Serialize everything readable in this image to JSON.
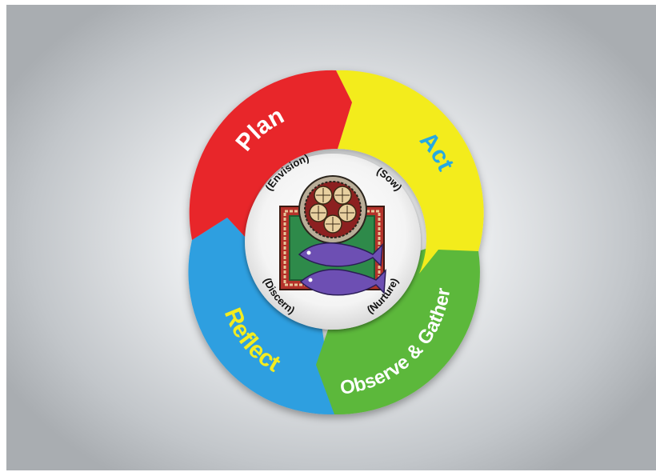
{
  "diagram": {
    "segments": [
      {
        "label": "Plan",
        "sublabel": "(Envision)",
        "color": "#e8262c",
        "text_color": "#ffffff"
      },
      {
        "label": "Act",
        "sublabel": "(Sow)",
        "color": "#f3ec1f",
        "text_color": "#27a9e1"
      },
      {
        "label": "Observe & Gather",
        "sublabel": "(Nurture)",
        "color": "#5cb83a",
        "text_color": "#ffffff"
      },
      {
        "label": "Reflect",
        "sublabel": "(Discern)",
        "color": "#2f9fe0",
        "text_color": "#f3ec1f"
      }
    ],
    "center_image": "loaves-and-fishes-icon"
  }
}
